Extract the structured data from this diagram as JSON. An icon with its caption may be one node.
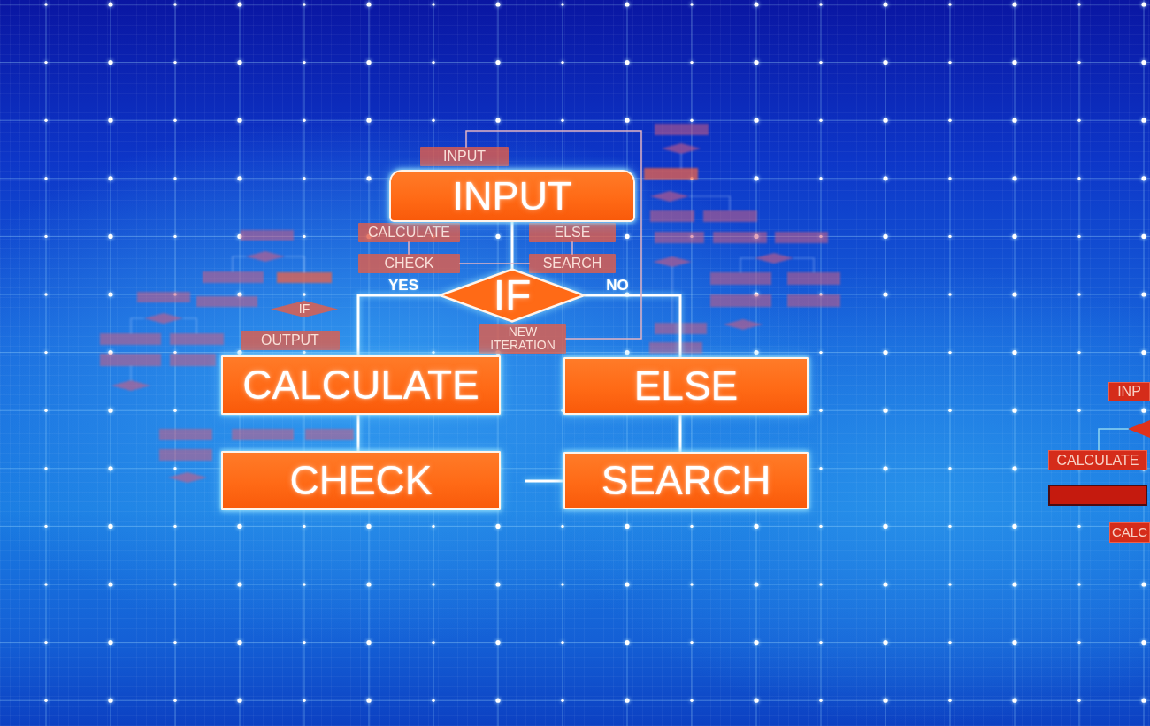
{
  "diagram": {
    "nodes": [
      {
        "text": [
          "INPUT"
        ]
      },
      {
        "text": [
          "IF"
        ]
      },
      {
        "text": [
          "CALCULATE"
        ]
      },
      {
        "text": [
          "ELSE"
        ]
      },
      {
        "text": [
          "CHECK"
        ]
      },
      {
        "text": [
          "SEARCH"
        ]
      },
      {
        "text": [
          "INPUT"
        ]
      },
      {
        "text": [
          "CALCULATE"
        ]
      },
      {
        "text": [
          "ELSE"
        ]
      },
      {
        "text": [
          "CHECK"
        ]
      },
      {
        "text": [
          "SEARCH"
        ]
      },
      {
        "text": [
          "IF"
        ]
      },
      {
        "text": [
          "OUTPUT"
        ]
      },
      {
        "text": [
          "NEW ITERATION"
        ]
      },
      {
        "text": [
          "INP"
        ]
      },
      {
        "text": [],
        "shape": "diamond"
      },
      {
        "text": [
          "CALCULATE"
        ]
      },
      {
        "text": [],
        "shape": "box"
      },
      {
        "text": [
          "CALC"
        ]
      }
    ],
    "edges": [
      {
        "from": 0,
        "to": 1,
        "arrow": "none"
      },
      {
        "from": 1,
        "to": 2,
        "arrow": "none",
        "label": "YES"
      },
      {
        "from": 1,
        "to": 3,
        "arrow": "none",
        "label": "NO"
      },
      {
        "from": 2,
        "to": 4,
        "arrow": "none"
      },
      {
        "from": 3,
        "to": 5,
        "arrow": "none"
      },
      {
        "from": null,
        "to": 5,
        "arrow": "none"
      },
      {
        "from": 7,
        "to": 9,
        "arrow": "none",
        "color": "#e2b4c4"
      },
      {
        "from": 8,
        "to": 10,
        "arrow": "none",
        "color": "#e2b4c4"
      },
      {
        "from": 9,
        "to": 10,
        "arrow": "none",
        "color": "#e2b4c4"
      },
      {
        "from": 13,
        "to": 6,
        "arrow": "none",
        "color": "#e2b4c4"
      },
      {
        "from": 15,
        "to": 16,
        "arrow": "none",
        "color": "#8fd6f2"
      }
    ]
  }
}
